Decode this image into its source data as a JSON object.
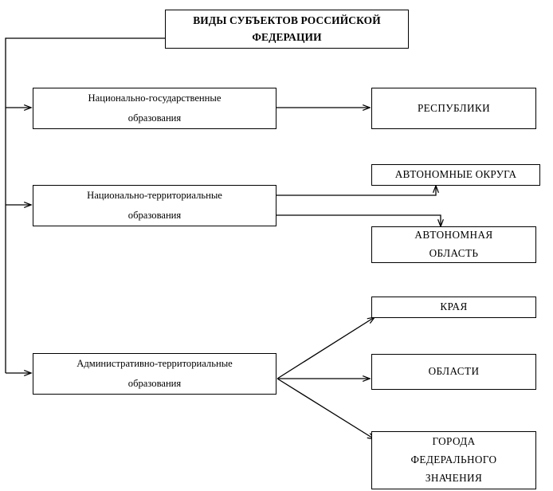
{
  "diagram": {
    "title_box": {
      "label": "ВИДЫ СУБЪЕКТОВ РОССИЙСКОЙ ФЕДЕРАЦИИ",
      "line1": "ВИДЫ СУБЪЕКТОВ РОССИЙСКОЙ",
      "line2": "ФЕДЕРАЦИИ"
    },
    "categories": [
      {
        "id": "national-state",
        "line1": "Национально-государственные",
        "line2": "образования"
      },
      {
        "id": "national-territorial",
        "line1": "Национально-территориальные",
        "line2": "образования"
      },
      {
        "id": "administrative-territorial",
        "line1": "Административно-территориальные",
        "line2": "образования"
      }
    ],
    "leaves": [
      {
        "id": "republics",
        "line1": "РЕСПУБЛИКИ"
      },
      {
        "id": "autonomous-okrugs",
        "line1": "АВТОНОМНЫЕ ОКРУГА"
      },
      {
        "id": "autonomous-oblast",
        "line1": "АВТОНОМНАЯ",
        "line2": "ОБЛАСТЬ"
      },
      {
        "id": "krais",
        "line1": "КРАЯ"
      },
      {
        "id": "oblasts",
        "line1": "ОБЛАСТИ"
      },
      {
        "id": "federal-cities",
        "line1": "ГОРОДА",
        "line2": "ФЕДЕРАЛЬНОГО",
        "line3": "ЗНАЧЕНИЯ"
      }
    ],
    "colors": {
      "line": "#000000",
      "box_border": "#000000",
      "background": "#ffffff",
      "text": "#000000"
    }
  }
}
